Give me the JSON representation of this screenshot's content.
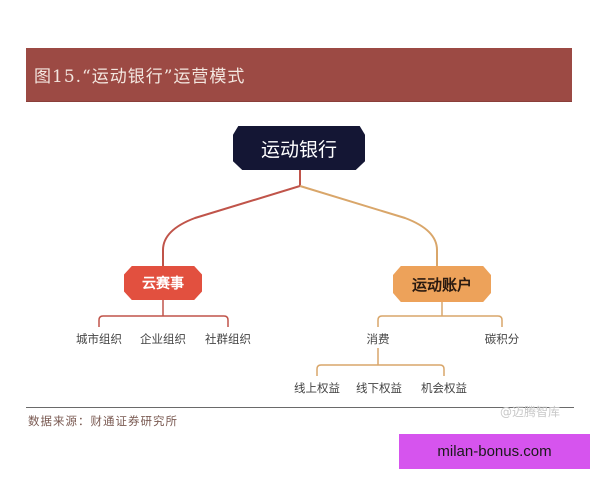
{
  "title": "图15.“运动银行”运营模式",
  "diagram": {
    "root": {
      "label": "运动银行",
      "color": "#141634"
    },
    "branches": [
      {
        "label": "云赛事",
        "color": "#e2503f",
        "children": [
          "城市组织",
          "企业组织",
          "社群组织"
        ]
      },
      {
        "label": "运动账户",
        "color": "#eda25a",
        "children": [
          {
            "label": "消费",
            "children": [
              "线上权益",
              "线下权益",
              "机会权益"
            ]
          },
          {
            "label": "碳积分"
          }
        ]
      }
    ]
  },
  "labels": {
    "root": "运动银行",
    "branch_red": "云赛事",
    "branch_orange": "运动账户",
    "red_leaf_1": "城市组织",
    "red_leaf_2": "企业组织",
    "red_leaf_3": "社群组织",
    "orange_child_1": "消费",
    "orange_child_2": "碳积分",
    "consume_leaf_1": "线上权益",
    "consume_leaf_2": "线下权益",
    "consume_leaf_3": "机会权益"
  },
  "footer": {
    "source": "数据来源：财通证券研究所",
    "watermark": "@迈腾智库"
  },
  "ad": {
    "text": "milan-bonus.com",
    "color": "#d654ee"
  },
  "colors": {
    "title_bar": "#9c4a44",
    "line_red": "#c0544a",
    "line_orange": "#d9a66a"
  }
}
